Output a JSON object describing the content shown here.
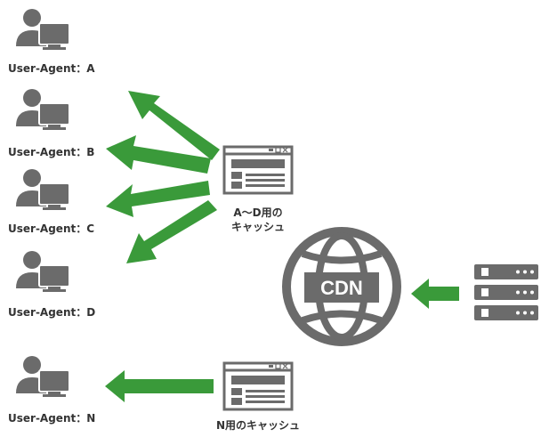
{
  "user_agents": [
    {
      "label": "User-Agent：A"
    },
    {
      "label": "User-Agent：B"
    },
    {
      "label": "User-Agent：C"
    },
    {
      "label": "User-Agent：D"
    },
    {
      "label": "User-Agent：N"
    }
  ],
  "caches": [
    {
      "label_line1": "A～D用の",
      "label_line2": "キャッシュ"
    },
    {
      "label_line1": "N用のキャッシュ"
    }
  ],
  "cdn": {
    "label": "CDN"
  },
  "colors": {
    "arrow": "#3a9a3a",
    "icon": "#6b6b6b",
    "text": "#333333"
  },
  "icons": [
    "user-computer-icon",
    "browser-window-icon",
    "globe-icon",
    "server-rack-icon",
    "arrow-icon"
  ]
}
